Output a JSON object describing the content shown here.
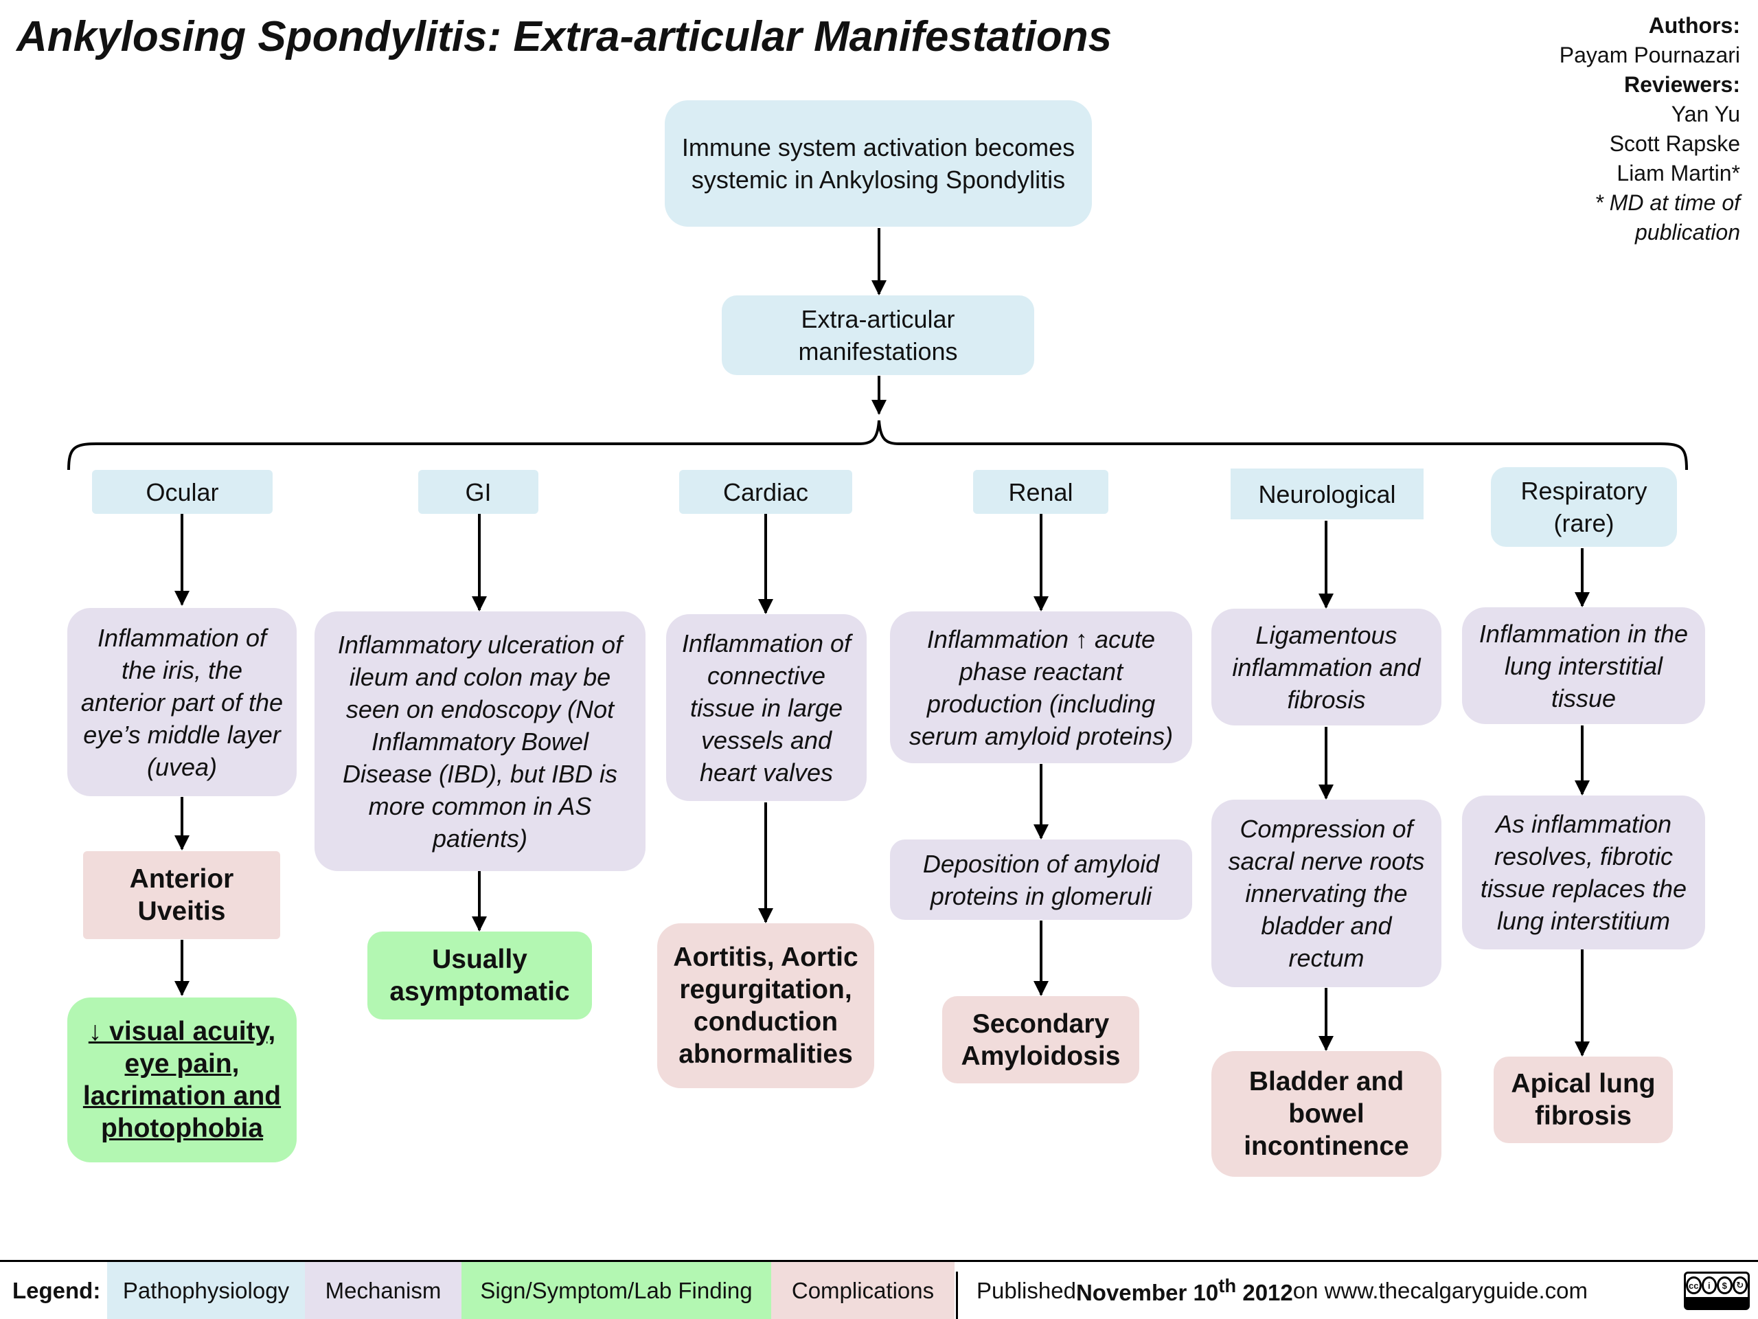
{
  "title": "Ankylosing Spondylitis: Extra-articular Manifestations",
  "credits": {
    "authors_label": "Authors:",
    "authors": [
      "Payam Pournazari"
    ],
    "reviewers_label": "Reviewers:",
    "reviewers": [
      "Yan Yu",
      "Scott Rapske",
      "Liam Martin*"
    ],
    "note": "* MD at time of publication"
  },
  "top": {
    "root": "Immune system activation becomes systemic in Ankylosing Spondylitis",
    "extra": "Extra-articular manifestations"
  },
  "columns": {
    "ocular": {
      "header": "Ocular",
      "mechanism": "Inflammation of the iris, the anterior part of the eye’s middle layer (uvea)",
      "complication": "Anterior Uveitis",
      "sign": "↓ visual acuity, eye pain, lacrimation and photophobia"
    },
    "gi": {
      "header": "GI",
      "mechanism": "Inflammatory ulceration of ileum and colon may be seen on endoscopy (Not Inflammatory Bowel Disease (IBD), but IBD is more common in AS patients)",
      "sign": "Usually asymptomatic"
    },
    "cardiac": {
      "header": "Cardiac",
      "mechanism": "Inflammation of connective tissue in large vessels and heart valves",
      "complication": "Aortitis, Aortic regurgitation, conduction abnormalities"
    },
    "renal": {
      "header": "Renal",
      "mechanism1": "Inflammation ↑ acute phase reactant production (including serum amyloid proteins)",
      "mechanism2": "Deposition of amyloid proteins in glomeruli",
      "complication": "Secondary Amyloidosis"
    },
    "neuro": {
      "header": "Neurological",
      "mechanism1": "Ligamentous inflammation and fibrosis",
      "mechanism2": "Compression of sacral nerve roots innervating the bladder and rectum",
      "complication": "Bladder and bowel incontinence"
    },
    "resp": {
      "header": "Respiratory (rare)",
      "mechanism1": "Inflammation in the lung interstitial tissue",
      "mechanism2": "As inflammation resolves, fibrotic tissue replaces the lung interstitium",
      "complication": "Apical lung fibrosis"
    }
  },
  "legend": {
    "label": "Legend:",
    "items": [
      "Pathophysiology",
      "Mechanism",
      "Sign/Symptom/Lab Finding",
      "Complications"
    ],
    "colors": {
      "pathophysiology": "#daedf4",
      "mechanism": "#e5e0ee",
      "sign": "#b3f7b2",
      "complications": "#f1dcdb"
    }
  },
  "footer": {
    "published_prefix": "Published ",
    "published_date_main": "November 10",
    "published_date_sup": "th",
    "published_year": " 2012",
    "published_suffix": " on www.thecalgaryguide.com",
    "license": "cc BY NC SA"
  }
}
